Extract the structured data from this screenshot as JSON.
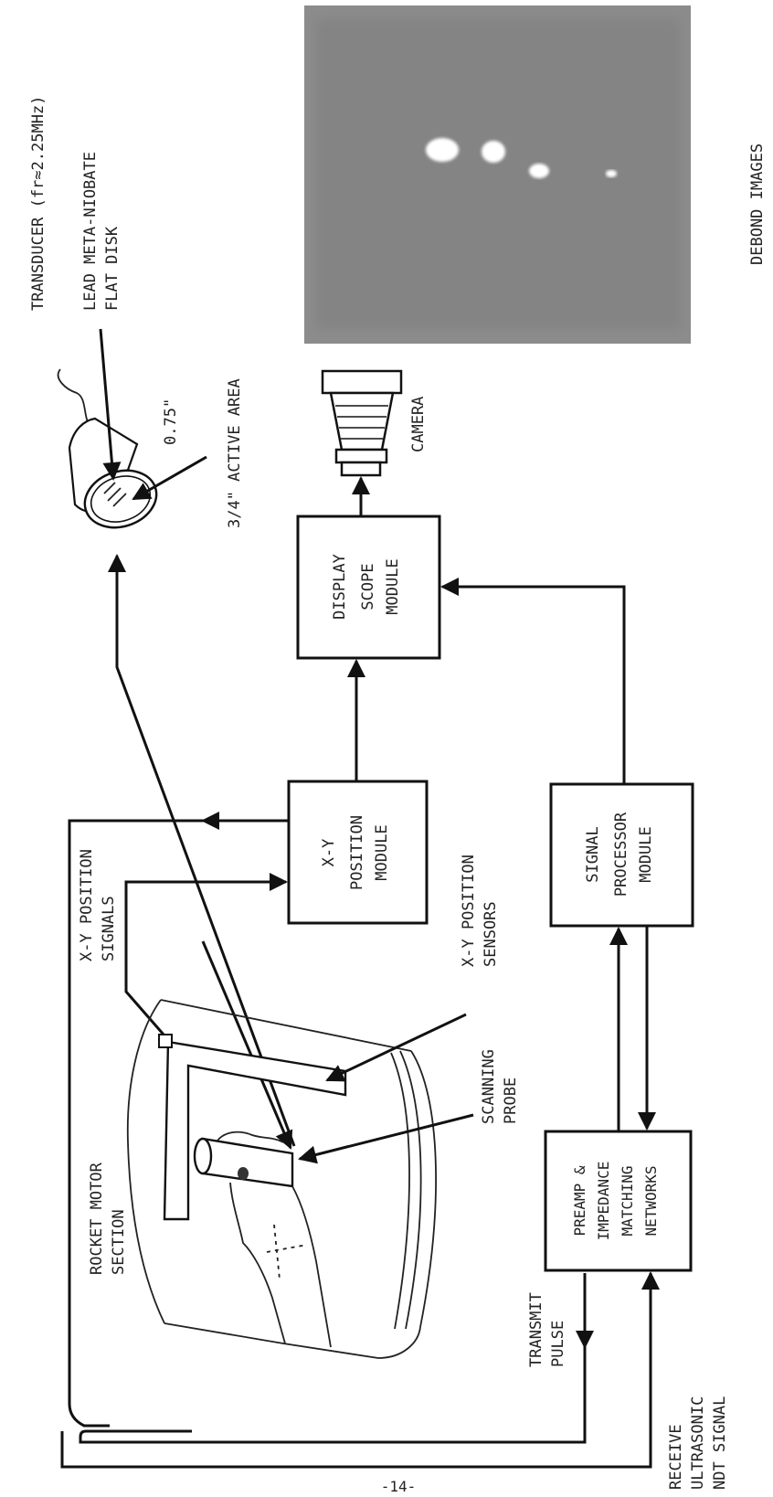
{
  "blocks": {
    "display_scope": [
      "DISPLAY",
      "SCOPE",
      "MODULE"
    ],
    "xy_position": [
      "X-Y",
      "POSITION",
      "MODULE"
    ],
    "signal_processor": [
      "SIGNAL",
      "PROCESSOR",
      "MODULE"
    ],
    "preamp": [
      "PREAMP &",
      "IMPEDANCE",
      "MATCHING",
      "NETWORKS"
    ]
  },
  "labels": {
    "transducer": "TRANSDUCER (fr≈2.25MHz)",
    "lead_disk": [
      "LEAD META-NIOBATE",
      "FLAT DISK"
    ],
    "dimension": "0.75\"",
    "active_area": "3/4\" ACTIVE AREA",
    "camera": "CAMERA",
    "debond_images": "DEBOND IMAGES",
    "xy_signals": [
      "X-Y POSITION",
      "SIGNALS"
    ],
    "xy_sensors": [
      "X-Y POSITION",
      "SENSORS"
    ],
    "scanning_probe": [
      "SCANNING",
      "PROBE"
    ],
    "rocket_motor": [
      "ROCKET MOTOR",
      "SECTION"
    ],
    "transmit_pulse": [
      "TRANSMIT",
      "PULSE"
    ],
    "receive_signal": [
      "RECEIVE",
      "ULTRASONIC",
      "NDT SIGNAL"
    ],
    "page_number": "-14-"
  },
  "colors": {
    "ink": "#111111",
    "photo_background": "#8c8c8c",
    "photo_spot": "#ffffff"
  }
}
